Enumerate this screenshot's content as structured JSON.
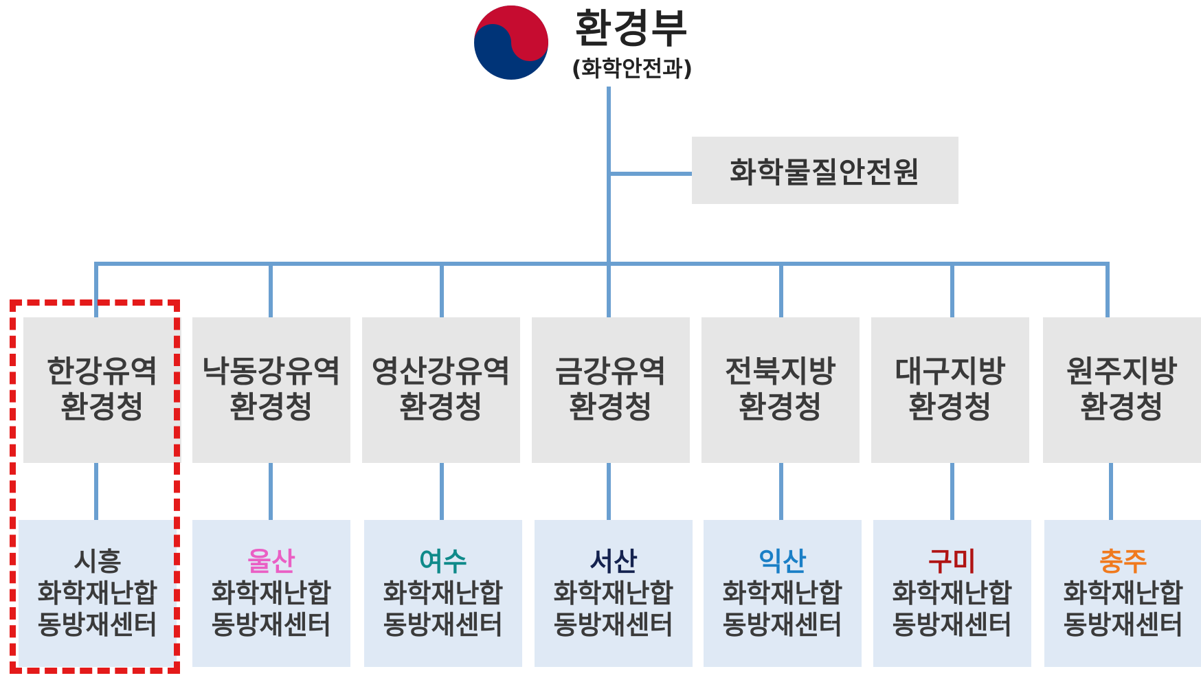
{
  "ministry": {
    "title": "환경부",
    "subtitle": "(화학안전과)",
    "logo_icon": "taegeuk-emblem-icon",
    "logo_colors": {
      "red": "#c60c30",
      "blue": "#003478"
    }
  },
  "agency": {
    "label": "화학물질안전원"
  },
  "offices": [
    {
      "line1": "한강유역",
      "line2": "환경청"
    },
    {
      "line1": "낙동강유역",
      "line2": "환경청"
    },
    {
      "line1": "영산강유역",
      "line2": "환경청"
    },
    {
      "line1": "금강유역",
      "line2": "환경청"
    },
    {
      "line1": "전북지방",
      "line2": "환경청"
    },
    {
      "line1": "대구지방",
      "line2": "환경청"
    },
    {
      "line1": "원주지방",
      "line2": "환경청"
    }
  ],
  "centers": [
    {
      "city": "시흥",
      "city_color": "#3a3a3a",
      "line2": "화학재난합",
      "line3": "동방재센터"
    },
    {
      "city": "울산",
      "city_color": "#ea5fc4",
      "line2": "화학재난합",
      "line3": "동방재센터"
    },
    {
      "city": "여수",
      "city_color": "#0f8a8a",
      "line2": "화학재난합",
      "line3": "동방재센터"
    },
    {
      "city": "서산",
      "city_color": "#14224f",
      "line2": "화학재난합",
      "line3": "동방재센터"
    },
    {
      "city": "익산",
      "city_color": "#1a7fc6",
      "line2": "화학재난합",
      "line3": "동방재센터"
    },
    {
      "city": "구미",
      "city_color": "#b01414",
      "line2": "화학재난합",
      "line3": "동방재센터"
    },
    {
      "city": "충주",
      "city_color": "#f07a1e",
      "line2": "화학재난합",
      "line3": "동방재센터"
    }
  ],
  "colors": {
    "connector": "#6a9fd0",
    "office_fill": "#e6e6e6",
    "center_fill": "#dfe9f5",
    "highlight_dash": "#e41a1a"
  }
}
